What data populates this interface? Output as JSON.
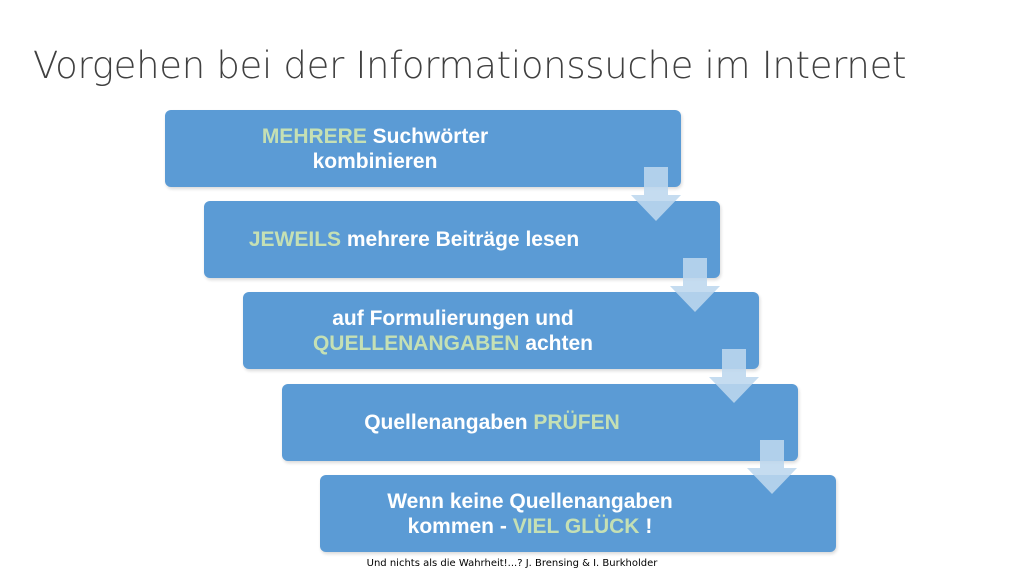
{
  "slide": {
    "title": "Vorgehen bei der Informationssuche im Internet",
    "footer": "Und nichts als die Wahrheit!...?  J. Brensing & I. Burkholder"
  },
  "colors": {
    "box": "#5b9bd5",
    "highlight": "#c5e0b4",
    "arrow": "#bdd7ee",
    "text": "#ffffff"
  },
  "steps": [
    {
      "line1_hl": "MEHRERE",
      "line1_rest": " Suchwörter",
      "line2": "kombinieren"
    },
    {
      "hl": "JEWEILS",
      "rest": " mehrere Beiträge lesen"
    },
    {
      "line1": "auf Formulierungen und",
      "line2_hl": "QUELLENANGABEN",
      "line2_rest": " achten"
    },
    {
      "pre": "Quellenangaben ",
      "hl": "PRÜFEN"
    },
    {
      "line1": "Wenn keine Quellenangaben",
      "line2_pre": "kommen - ",
      "line2_hl": "VIEL GLÜCK",
      "line2_post": " !"
    }
  ]
}
